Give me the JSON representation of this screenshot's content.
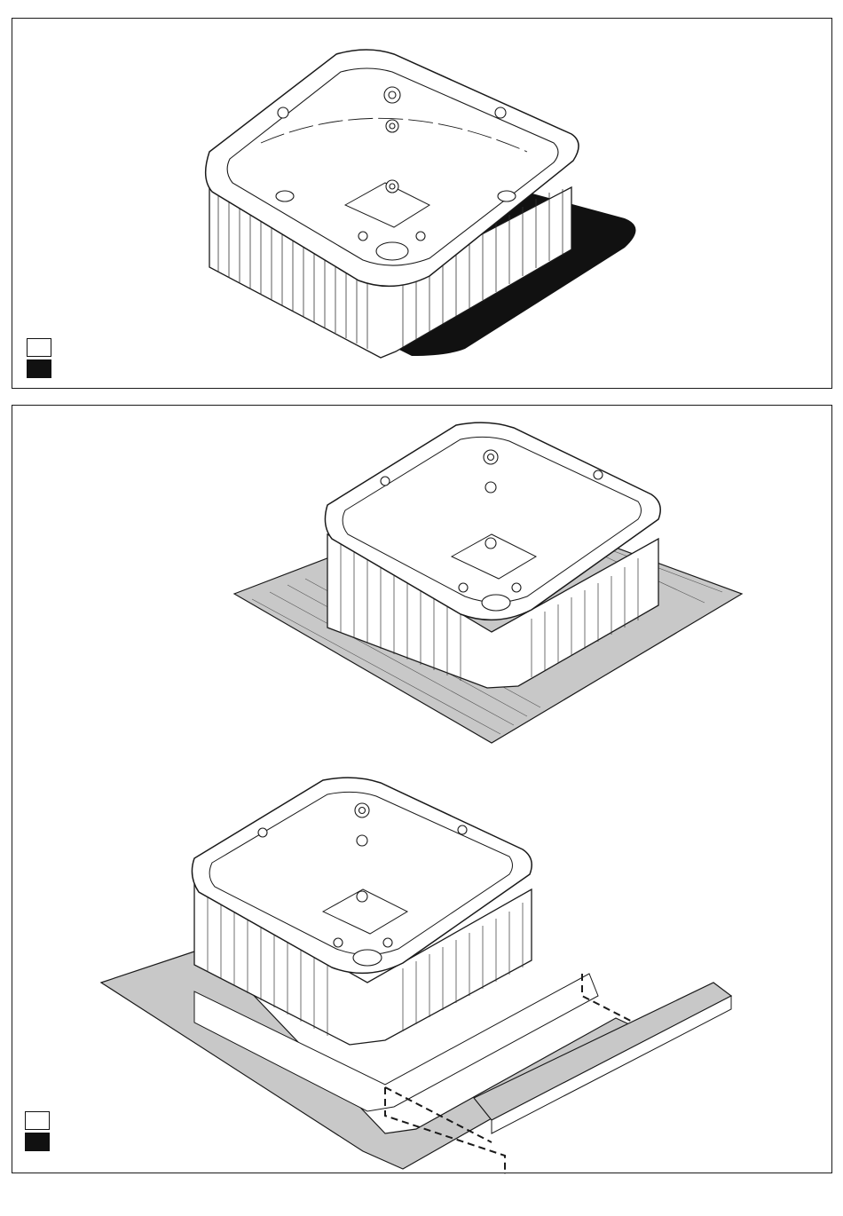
{
  "figures": [
    {
      "id": "spa-on-dark-base",
      "legend": [
        "white",
        "black"
      ]
    },
    {
      "id": "spa-on-deck-and-deck-assembly",
      "legend": [
        "white",
        "black"
      ]
    }
  ],
  "colors": {
    "line": "#1a1a1a",
    "deck_fill": "#c8c8c8",
    "shadow_fill": "#111111",
    "tub_fill": "#ffffff"
  },
  "icons": [
    "spa-tub-illustration",
    "wood-deck-illustration",
    "dashed-placement-line",
    "deck-board-module"
  ]
}
